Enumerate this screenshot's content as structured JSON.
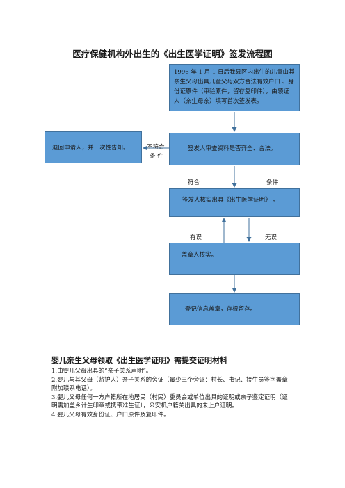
{
  "title": "医疗保健机构外出生的《出生医学证明》签发流程图",
  "flow": {
    "step1": "1996 年 1 月 1 日后我县区内出生的儿童由其亲生父母出具儿童父母双方合法有效户口 、身份证原件（审验原件，留存复印件），由领证人（亲生母亲）填写首次签发表。",
    "step2": "签发人审查资料是否齐全、合法。",
    "reject": "退回申请人，并一次性告知。",
    "label_fail_1": "不符合",
    "label_fail_2": "条  件",
    "label_pass_1": "符合",
    "label_pass_2": "条件",
    "step3": "签发人核实出具《出生医学证明》 。",
    "label_err": "有误",
    "label_ok": "无误",
    "step4": "盖章人核实。",
    "step5": "登记信息盖章，存根留存。"
  },
  "materials": {
    "heading": "婴儿亲生父母领取《出生医学证明》需提交证明材料",
    "items": [
      "1.由婴儿父母出具的“亲子关系声明”。",
      "2.婴儿与其父母（监护人）亲子关系的旁证（最少三个旁证：村长、书记、接生员签字盖章附加联系电话）。",
      "3.婴儿父母任何一方户籍所在地居民（村民）委员会或单位出具的证明或亲子鉴定证明（证明需加盖乡计生印章或携带准生证），公安机户籍关出具的未上户证明。",
      "4.婴儿父母有效身份证、户口原件及复印件。"
    ]
  },
  "colors": {
    "box_fill": "#5b9bd5",
    "box_border": "#41719c",
    "arrow": "#41719c"
  }
}
